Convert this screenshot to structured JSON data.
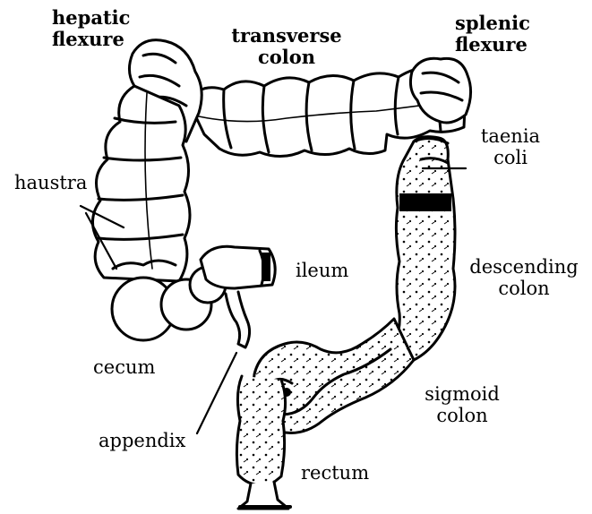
{
  "labels": {
    "hepatic_flexure": [
      "hepatic",
      "flexure"
    ],
    "transverse_colon": [
      "transverse",
      "colon"
    ],
    "splenic_flexure": [
      "splenic",
      "flexure"
    ],
    "taenia_coli": [
      "taenia",
      "coli"
    ],
    "haustra": "haustra",
    "ileum": "ileum",
    "descending_colon": [
      "descending",
      "colon"
    ],
    "cecum": "cecum",
    "sigmoid_colon": [
      "sigmoid",
      "colon"
    ],
    "appendix": "appendix",
    "rectum": "rectum"
  }
}
